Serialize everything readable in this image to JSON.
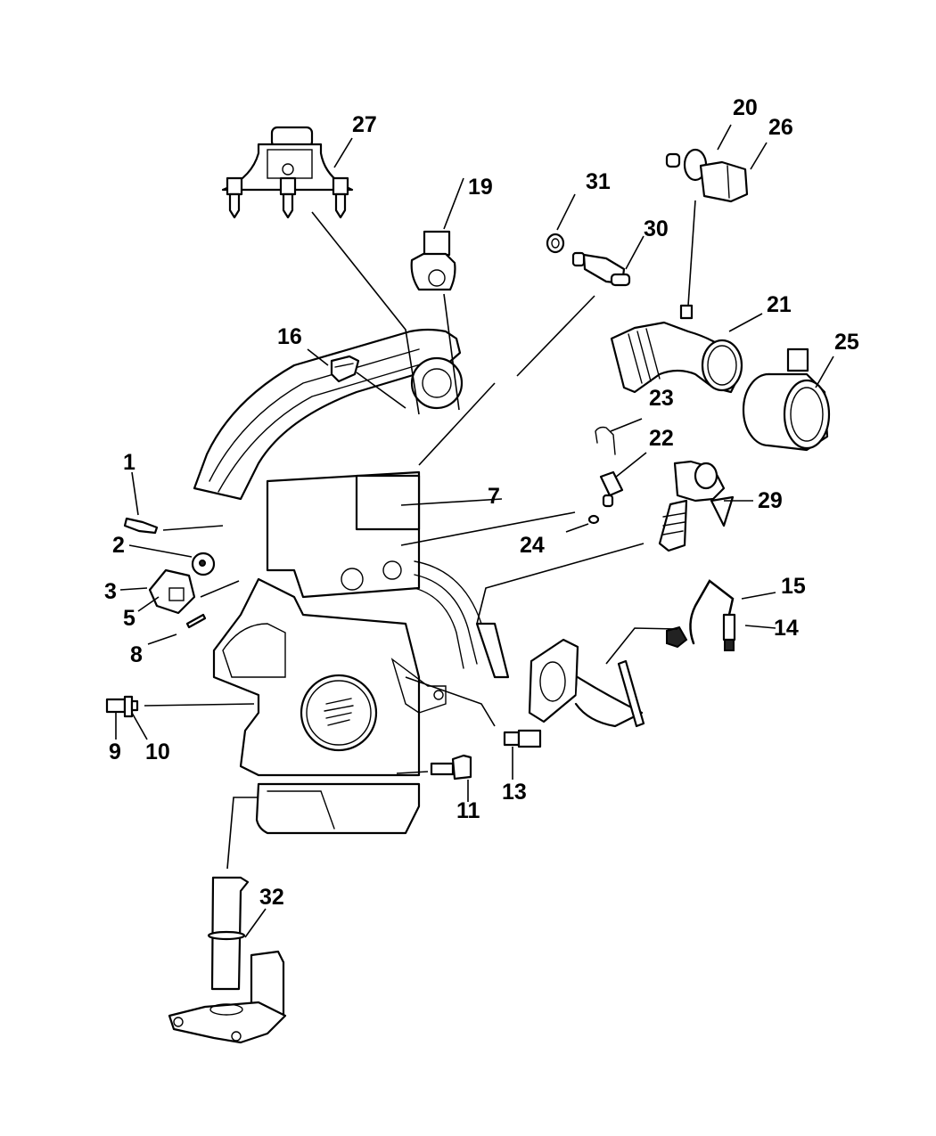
{
  "diagram": {
    "title": "Engine sensors exploded parts diagram",
    "background": "#ffffff",
    "line_color": "#000000",
    "callouts": [
      {
        "id": "1",
        "label": "1",
        "part": "sensor"
      },
      {
        "id": "2",
        "label": "2",
        "part": "plug"
      },
      {
        "id": "3",
        "label": "3",
        "part": "sensor-bracket"
      },
      {
        "id": "5",
        "label": "5",
        "part": "sensor-plate"
      },
      {
        "id": "7",
        "label": "7",
        "part": "manifold-sensor"
      },
      {
        "id": "8",
        "label": "8",
        "part": "o-ring"
      },
      {
        "id": "9",
        "label": "9",
        "part": "sensor"
      },
      {
        "id": "10",
        "label": "10",
        "part": "o-ring"
      },
      {
        "id": "11",
        "label": "11",
        "part": "crankshaft-position-sensor"
      },
      {
        "id": "13",
        "label": "13",
        "part": "knock-sensor"
      },
      {
        "id": "14",
        "label": "14",
        "part": "oxygen-sensor-downstream"
      },
      {
        "id": "15",
        "label": "15",
        "part": "oxygen-sensor-upstream"
      },
      {
        "id": "16",
        "label": "16",
        "part": "map-sensor"
      },
      {
        "id": "19",
        "label": "19",
        "part": "throttle-position-sensor"
      },
      {
        "id": "20",
        "label": "20",
        "part": "intake-air-temp-sensor"
      },
      {
        "id": "21",
        "label": "21",
        "part": "air-inlet-hose"
      },
      {
        "id": "22",
        "label": "22",
        "part": "coolant-temp-sensor"
      },
      {
        "id": "23",
        "label": "23",
        "part": "retaining-clip"
      },
      {
        "id": "24",
        "label": "24",
        "part": "o-ring"
      },
      {
        "id": "25",
        "label": "25",
        "part": "mass-air-flow-sensor"
      },
      {
        "id": "26",
        "label": "26",
        "part": "connector"
      },
      {
        "id": "27",
        "label": "27",
        "part": "idle-air-control-motor"
      },
      {
        "id": "29",
        "label": "29",
        "part": "temperature-sensor"
      },
      {
        "id": "30",
        "label": "30",
        "part": "camshaft-position-sensor"
      },
      {
        "id": "31",
        "label": "31",
        "part": "o-ring"
      },
      {
        "id": "32",
        "label": "32",
        "part": "oil-level-sensor"
      }
    ]
  }
}
